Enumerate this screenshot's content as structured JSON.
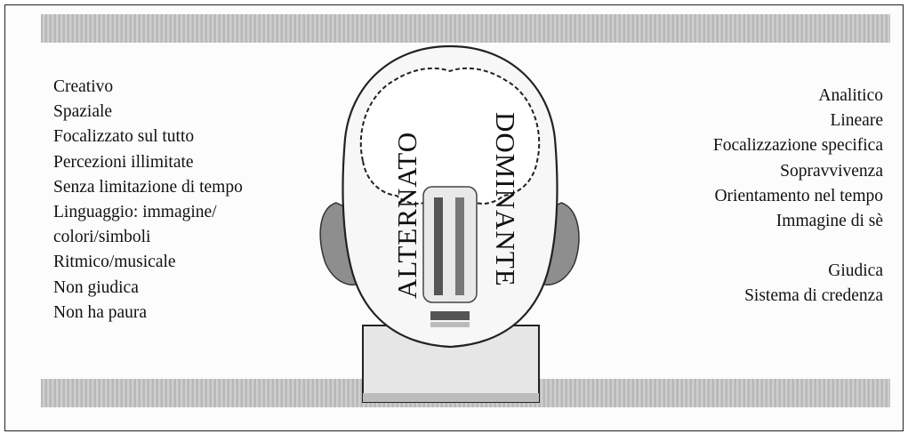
{
  "left_list": [
    "Creativo",
    "Spaziale",
    "Focalizzato sul tutto",
    "Percezioni illimitate",
    "Senza limitazione di tempo",
    "Linguaggio: immagine/",
    "colori/simboli",
    "Ritmico/musicale",
    "Non giudica",
    "Non ha paura"
  ],
  "right_list_top": [
    "Analitico",
    "Lineare",
    "Focalizzazione specifica",
    "Sopravvivenza",
    "Orientamento nel tempo",
    "Immagine di sè"
  ],
  "right_list_bottom": [
    "Giudica",
    "Sistema di credenza"
  ],
  "head": {
    "left_hemisphere_label": "ALTERNATO",
    "right_hemisphere_label": "DOMINANTE"
  },
  "colors": {
    "text": "#111111",
    "band": "#c4c4c4",
    "shadow": "#9a9a9a"
  }
}
